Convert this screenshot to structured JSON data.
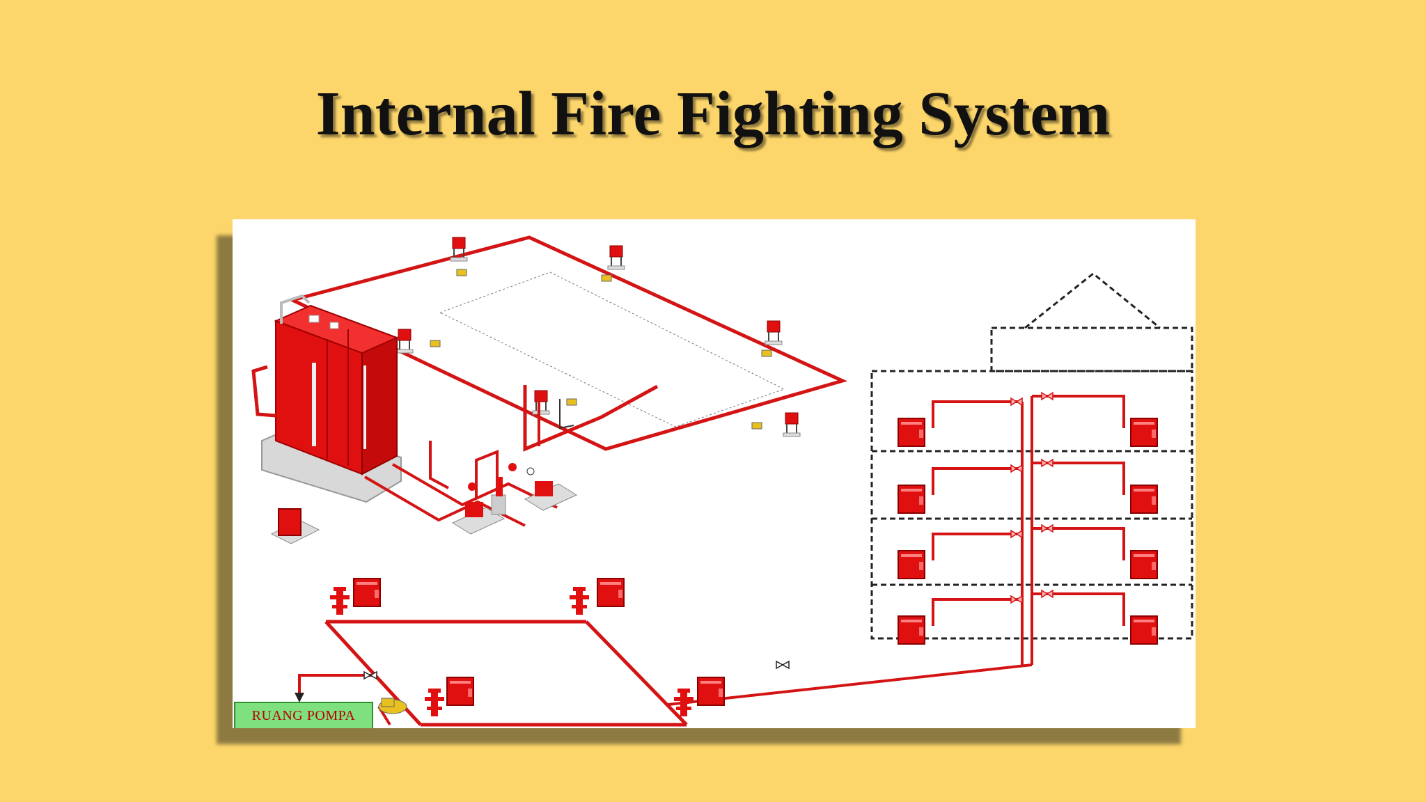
{
  "slide": {
    "title": "Internal Fire Fighting System",
    "background_color": "#fdd66b"
  },
  "diagram": {
    "pipe_color": "#d41414",
    "equipment_color": "#e01010",
    "pump_room_label": "RUANG POMPA",
    "components": [
      "water-tank",
      "pump-set",
      "roof-ring-main",
      "hydrant-pillars",
      "hose-cabinets",
      "ground-ring-main",
      "building-riser",
      "floor-hose-reels",
      "gate-valves",
      "pump-room"
    ]
  }
}
